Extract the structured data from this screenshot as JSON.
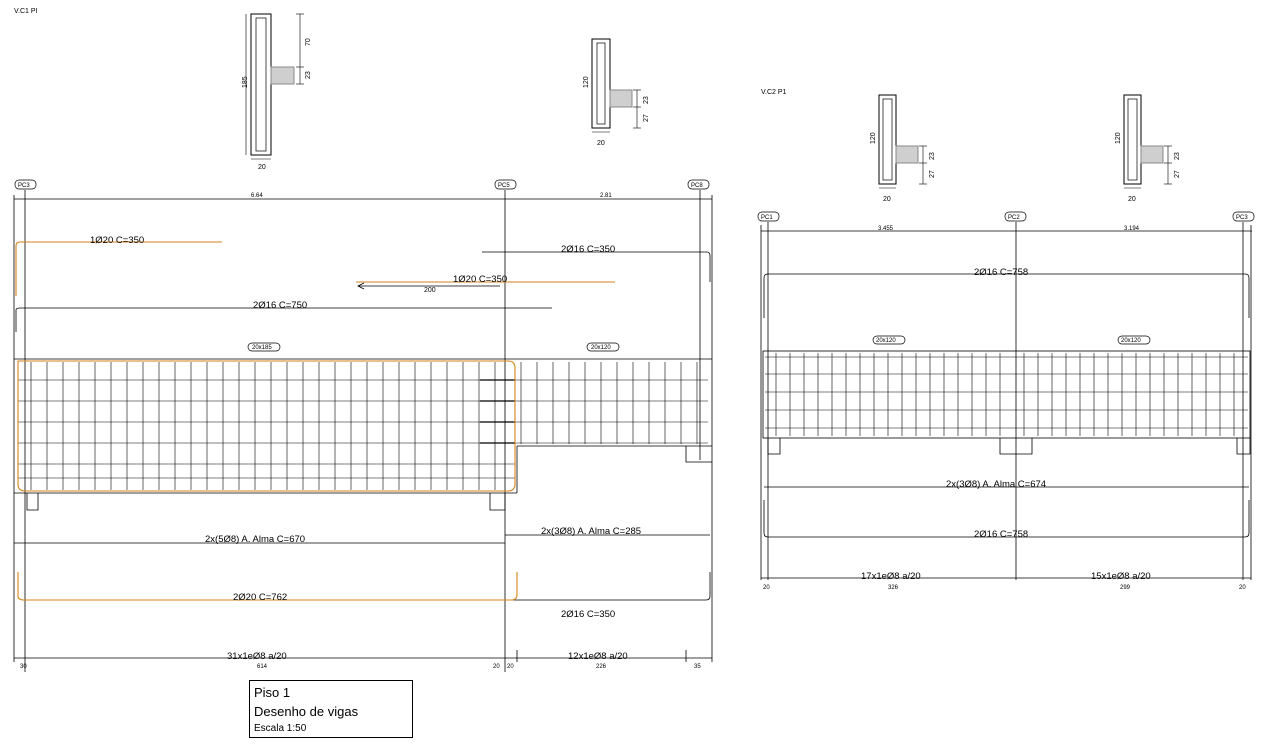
{
  "sheet": {
    "title_line1": "Piso 1",
    "title_line2": "Desenho de vigas",
    "scale": "Escala  1:50",
    "colors": {
      "line": "#000000",
      "rebar_highlight": "#d4831a",
      "section_fill": "#cfcfcf"
    }
  },
  "beam1": {
    "label": "V.C1 PI",
    "supports": [
      "PC3",
      "PC5",
      "PC8"
    ],
    "span_lengths": [
      "6.64",
      "2.81"
    ],
    "sections": [
      {
        "dims": [
          "185",
          "70",
          "23",
          "20"
        ]
      },
      {
        "dims": [
          "120",
          "23",
          "27",
          "20"
        ]
      }
    ],
    "section_tags": [
      "20x185",
      "20x120"
    ],
    "rebars": [
      "1Ø20  C=350",
      "2Ø16  C=350",
      "1Ø20  C=350",
      "200",
      "2Ø16  C=750",
      "2x(5Ø8) A. Alma   C=670",
      "2x(3Ø8) A. Alma   C=285",
      "2Ø20  C=762",
      "2Ø16  C=350"
    ],
    "stirrups": [
      "31x1eØ8 a/20",
      "12x1eØ8 a/20"
    ],
    "bottom_dims": [
      "30",
      "614",
      "20",
      "20",
      "226",
      "35"
    ]
  },
  "beam2": {
    "label": "V.C2 P1",
    "supports": [
      "PC1",
      "PC2",
      "PC3"
    ],
    "span_lengths": [
      "3.455",
      "3.194"
    ],
    "sections": [
      {
        "dims": [
          "120",
          "23",
          "27",
          "20"
        ]
      },
      {
        "dims": [
          "120",
          "23",
          "27",
          "20"
        ]
      }
    ],
    "section_tags": [
      "20x120",
      "20x120"
    ],
    "rebars": [
      "2Ø16  C=758",
      "2x(3Ø8) A. Alma   C=674",
      "2Ø16  C=758"
    ],
    "stirrups": [
      "17x1eØ8 a/20",
      "15x1eØ8 a/20"
    ],
    "bottom_dims": [
      "20",
      "326",
      "299",
      "20"
    ]
  }
}
